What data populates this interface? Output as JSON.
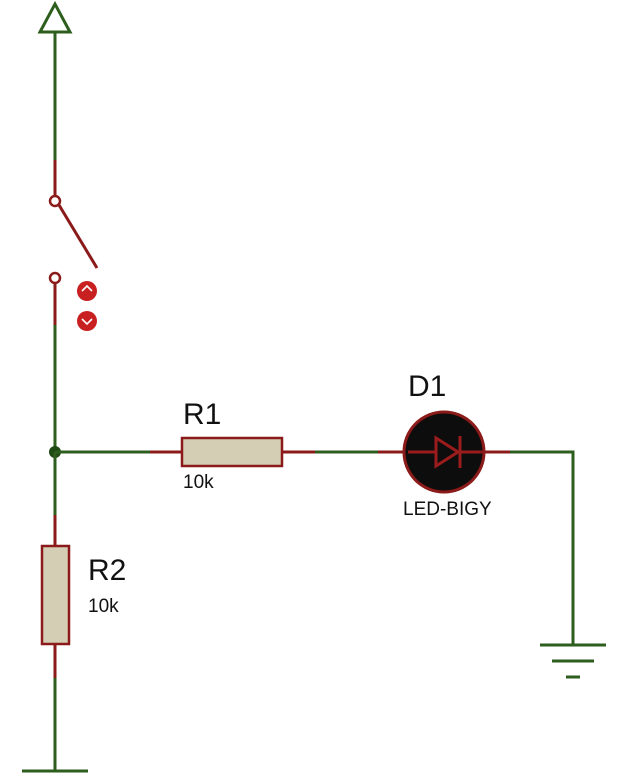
{
  "colors": {
    "wire": "#2d5e1e",
    "pin": "#8b1a1a",
    "resistor_fill": "#d4cfb4",
    "led_body": "#0d0d0d",
    "led_symbol": "#9a1c1c",
    "text": "#111111"
  },
  "components": {
    "r1": {
      "ref": "R1",
      "value": "10k"
    },
    "r2": {
      "ref": "R2",
      "value": "10k"
    },
    "d1": {
      "ref": "D1",
      "value": "LED-BIGY"
    }
  },
  "icons": {
    "power": "power-terminal-arrow-icon",
    "switch": "spst-switch-icon",
    "switch_control": "switch-toggle-arrows-icon",
    "ground": "ground-symbol-icon",
    "junction": "junction-dot-icon"
  }
}
